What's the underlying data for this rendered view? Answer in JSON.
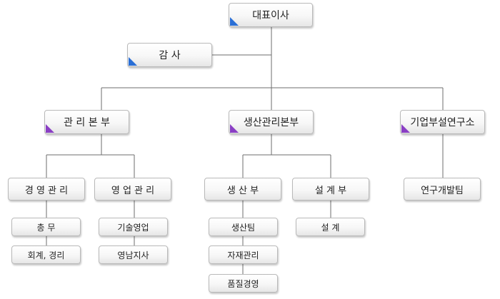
{
  "org": {
    "ceo": "대표이사",
    "auditor": "감 사",
    "divisions": {
      "management": "관 리 본 부",
      "production": "생산관리본부",
      "research": "기업부설연구소"
    },
    "departments": {
      "business_management": "경 영 관 리",
      "sales_management": "영 업 관 리",
      "production_dept": "생 산 부",
      "design_dept": "설 계 부",
      "rnd_team": "연구개발팀"
    },
    "teams": {
      "general_affairs": "총 무",
      "accounting": "회계, 경리",
      "tech_sales": "기술영업",
      "yeongnam_branch": "영남지사",
      "production_team": "생산팀",
      "materials": "자재관리",
      "quality": "품질경영",
      "design": "설 계"
    }
  },
  "colors": {
    "line": "#6e6e6e",
    "corner_blue": "#2a6fd6",
    "corner_purple": "#8a3fc4"
  }
}
